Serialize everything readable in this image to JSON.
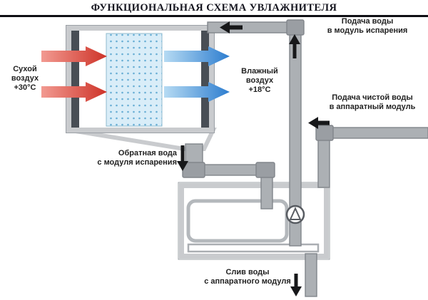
{
  "title": "ФУНКЦИОНАЛЬНАЯ СХЕМА УВЛАЖНИТЕЛЯ",
  "labels": {
    "dry_air": [
      "Сухой",
      "воздух",
      "+30°C"
    ],
    "humid_air": [
      "Влажный",
      "воздух",
      "+18°C"
    ],
    "water_supply_evaporation": [
      "Подача воды",
      "в модуль испарения"
    ],
    "clean_water_supply": [
      "Подача чистой воды",
      "в аппаратный модуль"
    ],
    "return_water": [
      "Обратная вода",
      "с модуля испарения"
    ],
    "drain_water": [
      "Слив воды",
      "с аппаратного модуля"
    ]
  },
  "colors": {
    "hot_air_light": "#f29a91",
    "hot_air_dark": "#cd3126",
    "cold_air_light": "#b9ddf4",
    "cold_air_dark": "#2d7dcf",
    "pipe": "#acb0b4",
    "box_border": "#c9cbce",
    "dark_strip": "#484e55",
    "media_fill": "#d9edf8",
    "media_dot": "#68aed4",
    "title_color": "#15151f",
    "label_color": "#222222"
  }
}
